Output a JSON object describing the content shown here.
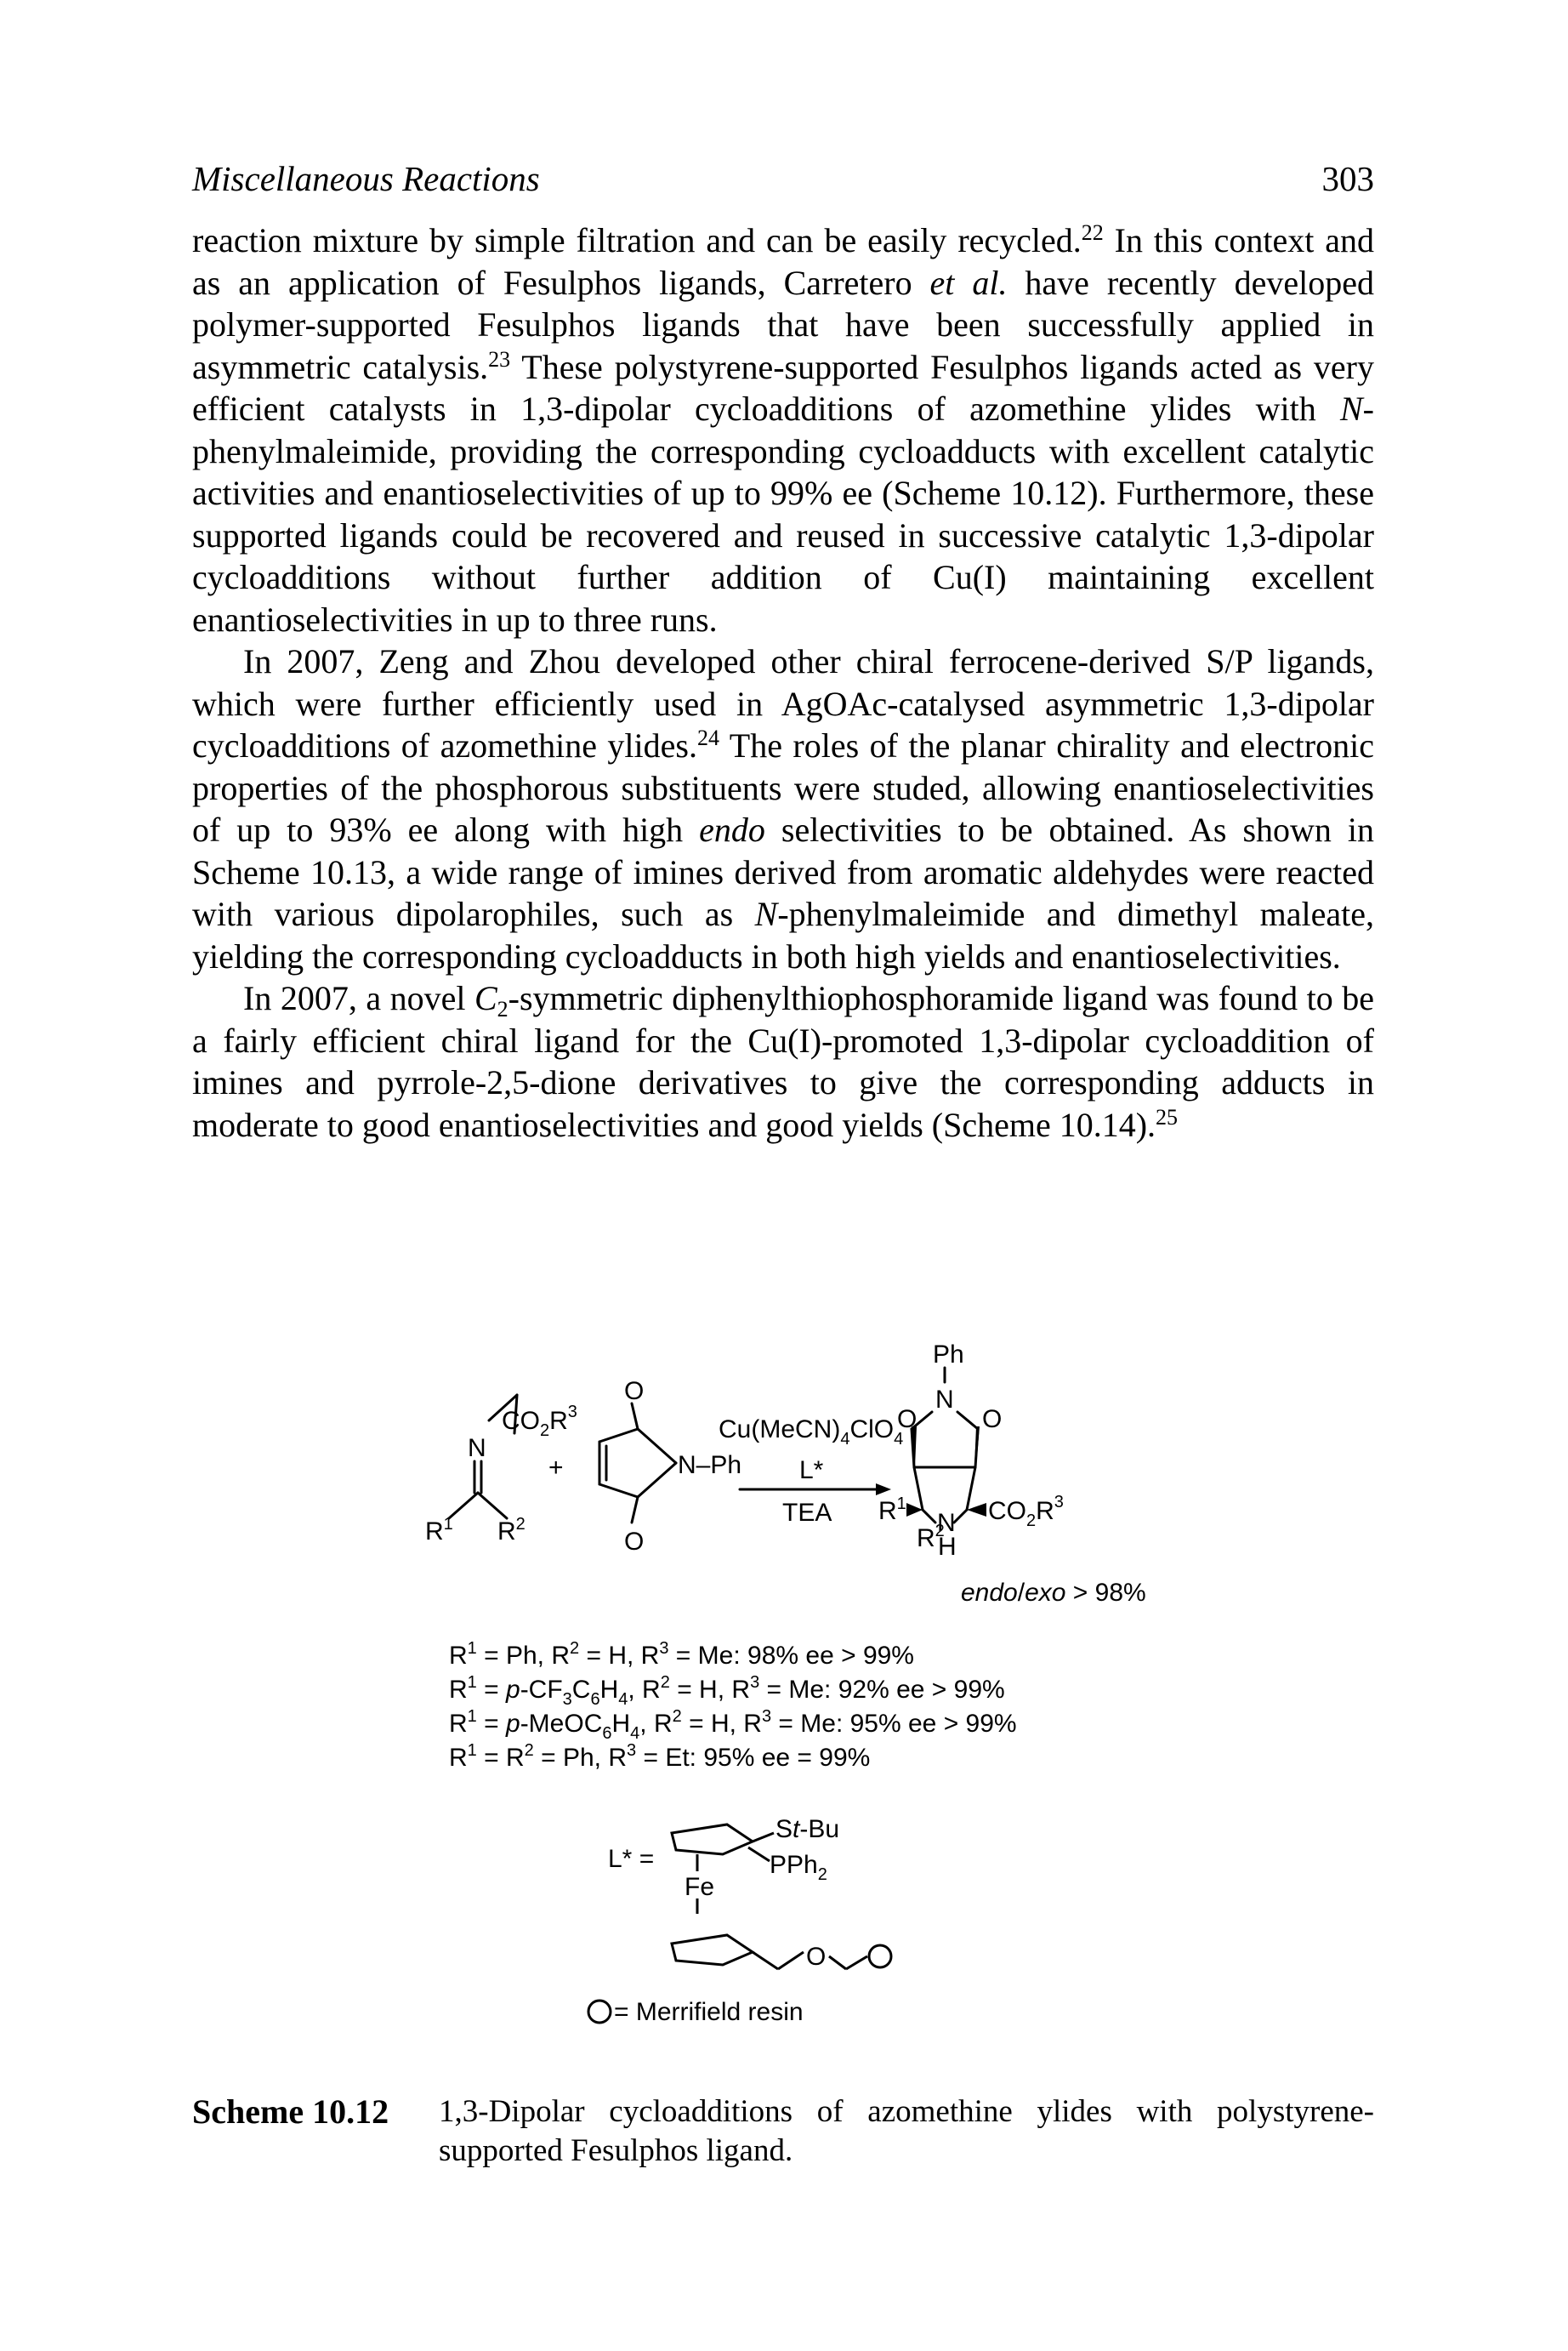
{
  "running_head": {
    "title": "Miscellaneous Reactions",
    "page_number": "303"
  },
  "paragraphs": {
    "p1": {
      "s1": "reaction mixture by simple filtration and can be easily recycled.",
      "ref1": "22",
      "s2": " In this context and as an application of Fesulphos ligands, Carretero ",
      "etal": "et al.",
      "s3": " have recently developed polymer-supported Fesulphos ligands that have been successfully applied in asymmetric catalysis.",
      "ref2": "23",
      "s4": " These polystyrene-supported Fesulphos ligands acted as very efficient catalysts in 1,3-dipolar cycloadditions of azo­methine ylides with ",
      "n": "N",
      "s5": "-phenylmaleimide, providing the corresponding cycloadducts with excellent catalytic activities and enantioselectivities of up to 99% ee (Scheme 10.12). Furthermore, these supported ligands could be recovered and reused in successive catalytic 1,3-dipolar cycloadditions without further addition of Cu(I) maintaining excellent enantioselectivities in up to three runs."
    },
    "p2": {
      "s1": "In 2007, Zeng and Zhou developed other chiral ferrocene-derived S/P ligands, which were further efficiently used in AgOAc-catalysed asymmetric 1,3-dipolar cycloadditions of azomethine ylides.",
      "ref": "24",
      "s2": " The roles of the planar chirality and electronic properties of the phosphorous substituents were stu­ded, allowing enantioselectivities of up to 93% ee along with high ",
      "endo": "endo",
      "s3": " selectivities to be obtained. As shown in Scheme 10.13, a wide range of imines derived from aromatic aldehydes were reacted with various dipolarophiles, such as ",
      "n": "N",
      "s4": "-phenylmaleimide and dimethyl maleate, yielding the corresponding cycloadducts in both high yields and enantioselectivities."
    },
    "p3": {
      "s1": "In 2007, a novel ",
      "c": "C",
      "c_sub": "2",
      "s2": "-symmetric diphenylthiophosphoramide ligand was found to be a fairly efficient chiral ligand for the Cu(I)-promoted 1,3-dipolar cycloaddition of imines and pyrrole-2,5-dione derivatives to give the corre­sponding adducts in moderate to good enantioselectivities and good yields (Scheme 10.14).",
      "ref": "25"
    }
  },
  "scheme": {
    "reagent_line1": "Cu(MeCN)",
    "reagent_line1_sub": "4",
    "reagent_line1_b": "ClO",
    "reagent_line1_sub2": "4",
    "ligand": "L*",
    "base": "TEA",
    "plus": "+",
    "imine_ester": "CO",
    "imine_ester_sub": "2",
    "imine_ester_b": "R",
    "imine_ester_sup": "3",
    "imine_n": "N",
    "imine_r1": "R",
    "imine_r1_sup": "1",
    "imine_r2": "R",
    "imine_r2_sup": "2",
    "maleimide_o_top": "O",
    "maleimide_o_bottom": "O",
    "maleimide_nph": "N–Ph",
    "product_ph": "Ph",
    "product_n": "N",
    "product_o_left": "O",
    "product_o_right": "O",
    "product_r1": "R",
    "product_r1_sup": "1",
    "product_r2": "R",
    "product_r2_sup": "2",
    "product_nh_n": "N",
    "product_nh_h": "H",
    "product_ester": "CO",
    "product_ester_sub": "2",
    "product_ester_b": "R",
    "product_ester_sup": "3",
    "selectivity_endo": "endo",
    "selectivity_slash": "/",
    "selectivity_exo": "exo",
    "selectivity_value": " > 98%",
    "results": [
      [
        "R",
        "1",
        " = Ph, R",
        "2",
        " = H, R",
        "3",
        " = Me: 98% ee > 99%"
      ],
      [
        "R",
        "1",
        " = ",
        "p",
        "-CF",
        "3",
        "C",
        "6",
        "H",
        "4",
        ", R",
        "2",
        " = H, R",
        "3",
        " = Me: 92% ee > 99%"
      ],
      [
        "R",
        "1",
        " = ",
        "p",
        "-MeOC",
        "6",
        "H",
        "4",
        ", R",
        "2",
        " = H, R",
        "3",
        " = Me: 95% ee > 99%"
      ],
      [
        "R",
        "1",
        " = R",
        "2",
        " = Ph, R",
        "3",
        " = Et: 95% ee = 99%"
      ]
    ],
    "ligand_label": "L* =",
    "ligand_fe": "Fe",
    "ligand_st": "S",
    "ligand_t": "t",
    "ligand_bu": "-Bu",
    "ligand_pph": "PPh",
    "ligand_pph_sub": "2",
    "ligand_o": "O",
    "resin_legend": " = Merrifield resin"
  },
  "caption": {
    "label": "Scheme 10.12",
    "text": "1,3-Dipolar cycloadditions of azomethine ylides with polystyrene-supported Fesulphos ligand."
  }
}
